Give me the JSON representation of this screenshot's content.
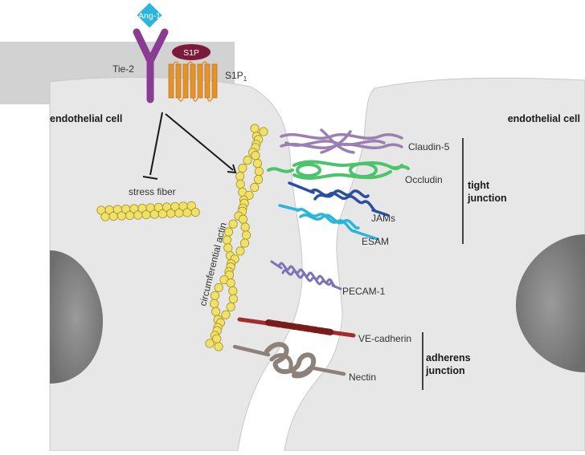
{
  "labels": {
    "ang1": "Ang-1",
    "tie2": "Tie-2",
    "s1p": "S1P",
    "s1p1_main": "S1P",
    "s1p1_sub": "1",
    "endothelial_left": "endothelial cell",
    "endothelial_right": "endothelial cell",
    "stress_fiber": "stress fiber",
    "circumferential_actin": "circumferential actin",
    "claudin5": "Claudin-5",
    "occludin": "Occludin",
    "jams": "JAMs",
    "esam": "ESAM",
    "pecam1": "PECAM-1",
    "ve_cadherin": "VE-cadherin",
    "nectin": "Nectin",
    "tight_junction_line1": "tight",
    "tight_junction_line2": "junction",
    "adherens_junction_line1": "adherens",
    "adherens_junction_line2": "junction"
  },
  "colors": {
    "cell_fill": "#e7e7e7",
    "nucleus": "#8c8c8c",
    "tie2": "#8a3c92",
    "ang1": "#2bb5dc",
    "s1p": "#7a1b3b",
    "s1p1_receptor": "#e3922c",
    "actin": "#f1e16a",
    "claudin5": "#9c7fb0",
    "occludin": "#4cc46a",
    "jams": "#2a4fa0",
    "esam": "#2bb5dc",
    "pecam1": "#7d73b5",
    "ve_cadherin": "#a32d2d",
    "nectin": "#8e8179"
  }
}
